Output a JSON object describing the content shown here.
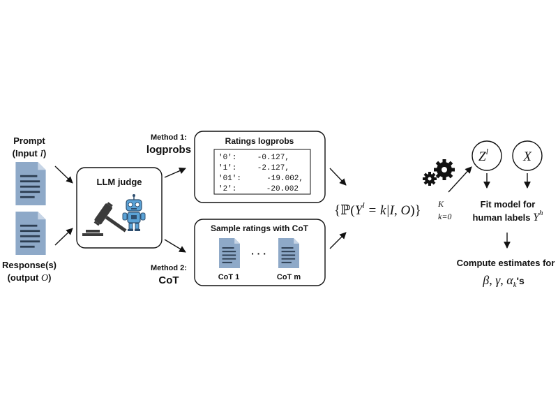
{
  "inputs": {
    "prompt_line1": "Prompt",
    "prompt_line2_prefix": "(Input ",
    "prompt_var": "I",
    "prompt_line2_suffix": ")",
    "response_line1": "Response(s)",
    "response_line2_prefix": "(output ",
    "response_var": "O",
    "response_line2_suffix": ")"
  },
  "judge": {
    "title": "LLM judge",
    "icons": [
      "gavel-icon",
      "robot-icon"
    ]
  },
  "method1": {
    "label_line1": "Method 1:",
    "label_line2": "logprobs",
    "box_title": "Ratings logprobs",
    "logprob_rows": [
      {
        "key": "'0':",
        "value": "-0.127,"
      },
      {
        "key": "'1':",
        "value": "-2.127,"
      },
      {
        "key": "'01':",
        "value": "-19.002,"
      },
      {
        "key": "'2':",
        "value": "-20.002"
      }
    ]
  },
  "method2": {
    "label_line1": "Method 2:",
    "label_line2": "CoT",
    "box_title": "Sample ratings with CoT",
    "cot_first": "CoT 1",
    "cot_last": "CoT m",
    "ellipsis": "· · ·"
  },
  "probability": {
    "set_open": "{",
    "P": "ℙ",
    "paren_open": "(",
    "Y": "Y",
    "Y_sup": "l",
    "eq_k": " = k|",
    "I": "I",
    "comma": ", ",
    "O": "O",
    "paren_close": ")",
    "set_close": "}",
    "sup_K": "K",
    "sub_k": "k=0"
  },
  "latents": {
    "z": "Z",
    "z_sup": "l",
    "x": "X",
    "gears_icon": "gears-icon"
  },
  "fit": {
    "line1": "Fit model for",
    "line2_prefix": "human labels ",
    "line2_var": "Y",
    "line2_sup": "h"
  },
  "estimates": {
    "line1": "Compute estimates for",
    "beta": "β",
    "sep1": ", ",
    "gamma": "γ",
    "sep2": ", ",
    "alpha": "α",
    "alpha_sub": "k",
    "suffix": "'s"
  },
  "colors": {
    "doc_fill": "#8ea9c8",
    "doc_fold": "#c7d5e6",
    "doc_lines": "#2d3e52",
    "robot_blue": "#5aa2d6",
    "robot_dark": "#2f4f6f",
    "gavel_dark": "#3b3b3b",
    "text": "#111111"
  }
}
